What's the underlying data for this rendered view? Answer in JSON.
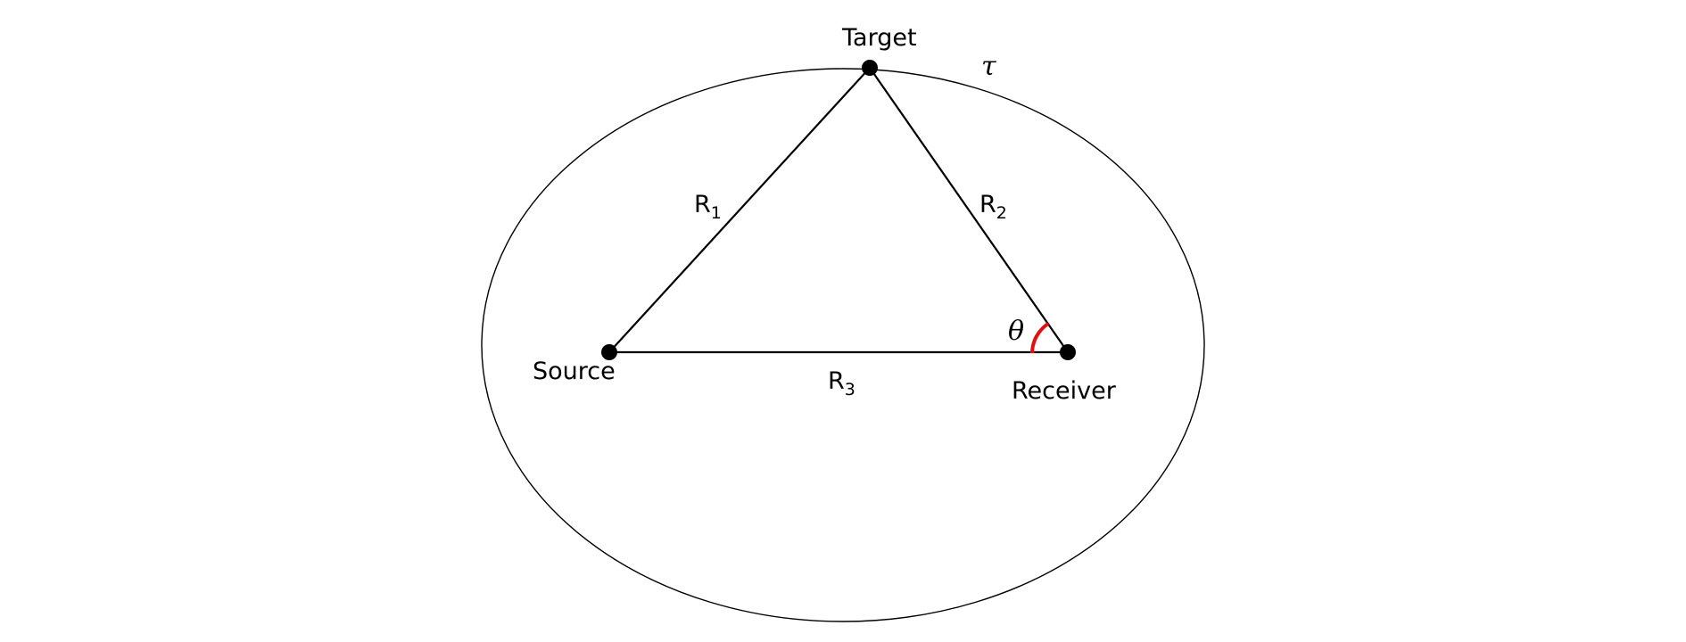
{
  "labels": {
    "target": "Target",
    "source": "Source",
    "receiver": "Receiver",
    "tau": "τ",
    "theta": "θ"
  },
  "edges": {
    "r1": {
      "base": "R",
      "sub": "1"
    },
    "r2": {
      "base": "R",
      "sub": "2"
    },
    "r3": {
      "base": "R",
      "sub": "3"
    }
  },
  "colors": {
    "stroke": "#000000",
    "angle_arc": "#e01010",
    "background": "#ffffff"
  }
}
